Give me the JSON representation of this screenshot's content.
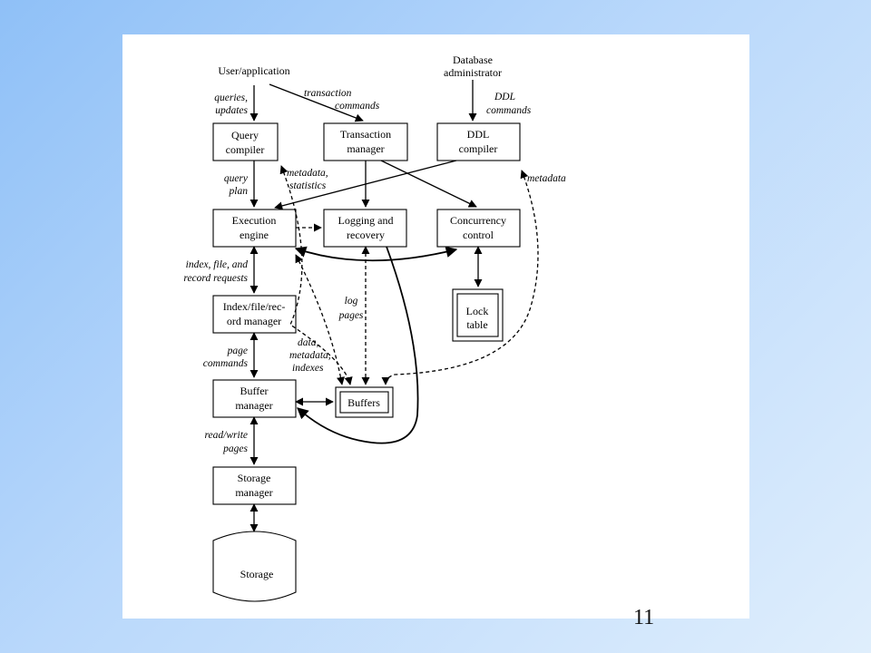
{
  "slide_number": "11",
  "nodes": {
    "user_application": "User/application",
    "db_admin_line1": "Database",
    "db_admin_line2": "administrator",
    "query_compiler_line1": "Query",
    "query_compiler_line2": "compiler",
    "transaction_manager_line1": "Transaction",
    "transaction_manager_line2": "manager",
    "ddl_compiler_line1": "DDL",
    "ddl_compiler_line2": "compiler",
    "execution_engine_line1": "Execution",
    "execution_engine_line2": "engine",
    "logging_recovery_line1": "Logging and",
    "logging_recovery_line2": "recovery",
    "concurrency_control_line1": "Concurrency",
    "concurrency_control_line2": "control",
    "lock_table_line1": "Lock",
    "lock_table_line2": "table",
    "index_manager_line1": "Index/file/rec-",
    "index_manager_line2": "ord manager",
    "buffer_manager_line1": "Buffer",
    "buffer_manager_line2": "manager",
    "buffers": "Buffers",
    "storage_manager_line1": "Storage",
    "storage_manager_line2": "manager",
    "storage": "Storage"
  },
  "edges": {
    "queries_updates_1": "queries,",
    "queries_updates_2": "updates",
    "transaction_commands_1": "transaction",
    "transaction_commands_2": "commands",
    "ddl_commands_1": "DDL",
    "ddl_commands_2": "commands",
    "query_plan_1": "query",
    "query_plan_2": "plan",
    "metadata_statistics_1": "metadata,",
    "metadata_statistics_2": "statistics",
    "metadata": "metadata",
    "index_requests_1": "index, file, and",
    "index_requests_2": "record requests",
    "log_pages_1": "log",
    "log_pages_2": "pages",
    "page_commands_1": "page",
    "page_commands_2": "commands",
    "data_metadata_1": "data,",
    "data_metadata_2": "metadata,",
    "data_metadata_3": "indexes",
    "read_write_1": "read/write",
    "read_write_2": "pages"
  }
}
